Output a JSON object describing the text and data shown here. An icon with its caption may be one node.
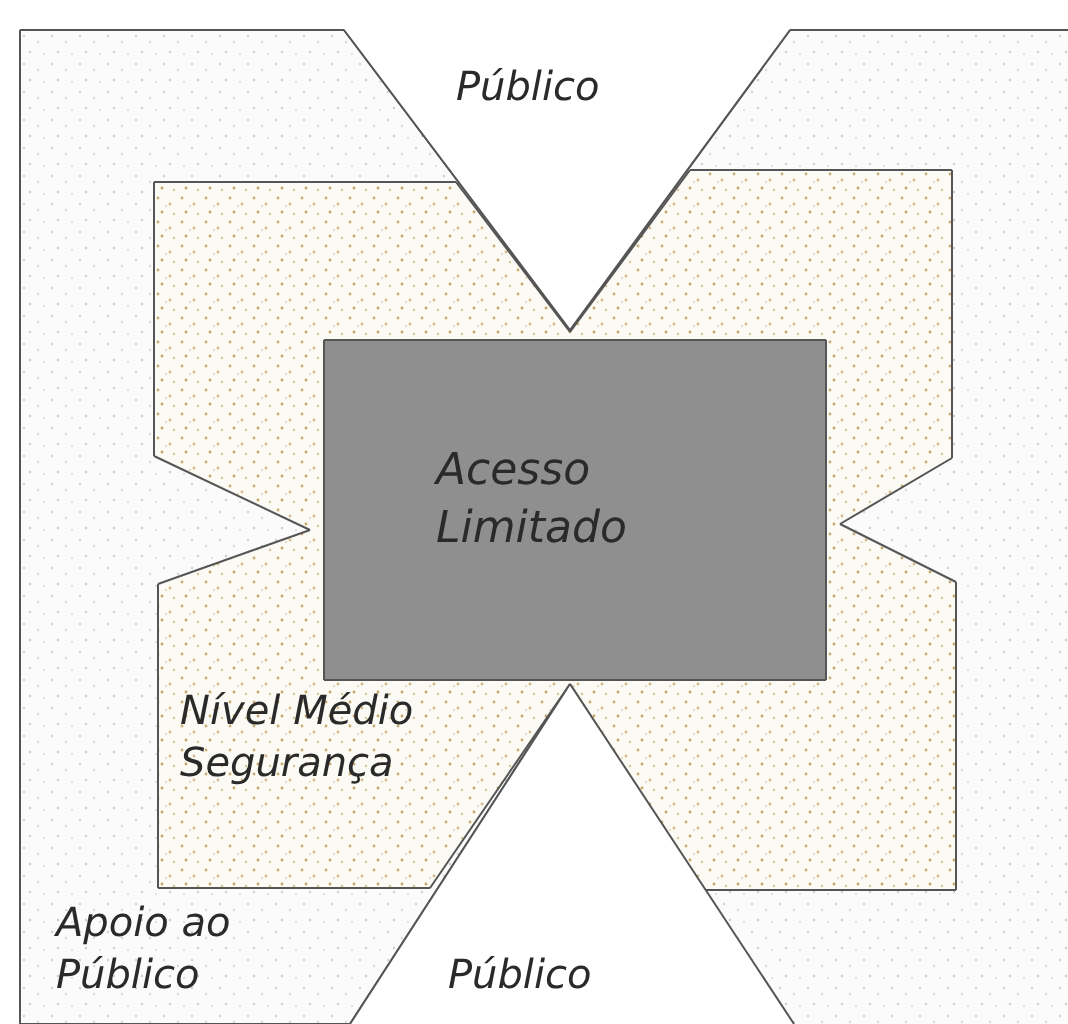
{
  "diagram": {
    "nodes": [
      {
        "text": [
          "Apoio ao Público"
        ]
      },
      {
        "text": [
          "Público"
        ]
      },
      {
        "text": [
          "Nível Médio Segurança"
        ],
        "in": 0
      },
      {
        "text": [
          "Acesso Limitado"
        ],
        "in": 2
      },
      {
        "text": [
          "Público"
        ]
      }
    ],
    "edges": []
  }
}
